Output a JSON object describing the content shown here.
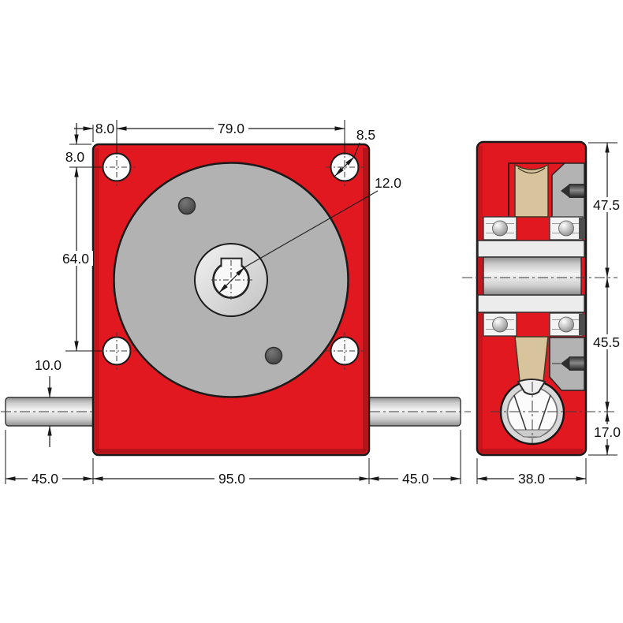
{
  "dimensions": {
    "front": {
      "bolt_offset_horizontal": "8.0",
      "bolt_spacing_horizontal": "79.0",
      "bolt_hole_diameter": "8.5",
      "bore_diameter": "12.0",
      "bolt_offset_vertical": "8.0",
      "bolt_spacing_vertical": "64.0",
      "shaft_diameter": "10.0",
      "left_shaft_length": "45.0",
      "housing_width": "95.0",
      "right_shaft_length": "45.0"
    },
    "side": {
      "top_to_axis": "47.5",
      "axis_to_worm_axis": "45.5",
      "worm_axis_to_base": "17.0",
      "housing_depth": "38.0"
    }
  },
  "colors": {
    "housing_red": "#e1181f",
    "housing_red_dark": "#b01217",
    "cover_gray": "#b2b2b2",
    "hub_gray": "#e3e3e3",
    "bore_white": "#f8f8f8",
    "wheel_tan": "#d8c49c",
    "side_cover_gray": "#b3b3b3",
    "steel_light": "#ececec",
    "worm_ring": "#d8d8d8",
    "screw_dark": "#2f2f2f",
    "hole_dark": "#454545",
    "outline": "#1a1a1a"
  }
}
